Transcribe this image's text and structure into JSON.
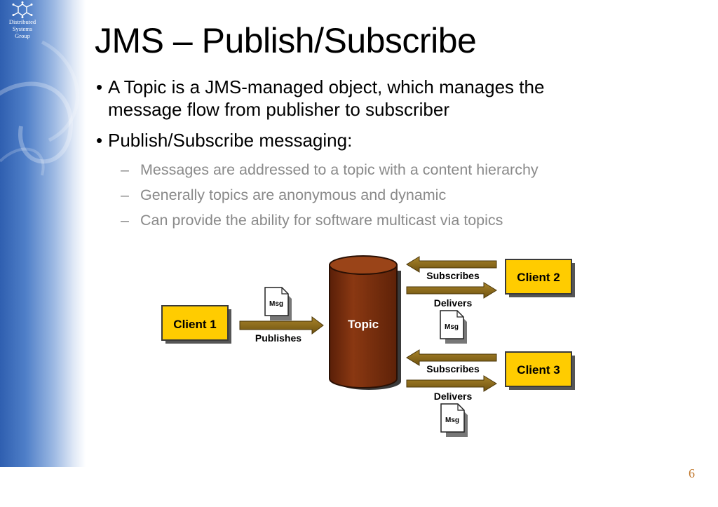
{
  "logo": {
    "line1": "Distributed",
    "line2": "Systems",
    "line3": "Group"
  },
  "slide": {
    "title": "JMS – Publish/Subscribe",
    "bullet1_line1": "A Topic is a JMS-managed object, which manages the",
    "bullet1_line2": "message flow from publisher to subscriber",
    "bullet2": "Publish/Subscribe messaging:",
    "sub1": "Messages are addressed to a topic with a content hierarchy",
    "sub2": "Generally topics are anonymous and dynamic",
    "sub3": "Can provide the ability for software multicast via topics",
    "page_number": "6"
  },
  "diagram": {
    "client1": "Client 1",
    "client2": "Client 2",
    "client3": "Client 3",
    "topic": "Topic",
    "publishes": "Publishes",
    "subscribes_top": "Subscribes",
    "delivers_top": "Delivers",
    "subscribes_bottom": "Subscribes",
    "delivers_bottom": "Delivers",
    "msg1": "Msg",
    "msg2": "Msg",
    "msg3": "Msg"
  },
  "colors": {
    "client_box": "#ffcc00",
    "topic_cylinder": "#7a2e0e",
    "arrow": "#8b6914",
    "sidebar": "#4f7fc8"
  }
}
